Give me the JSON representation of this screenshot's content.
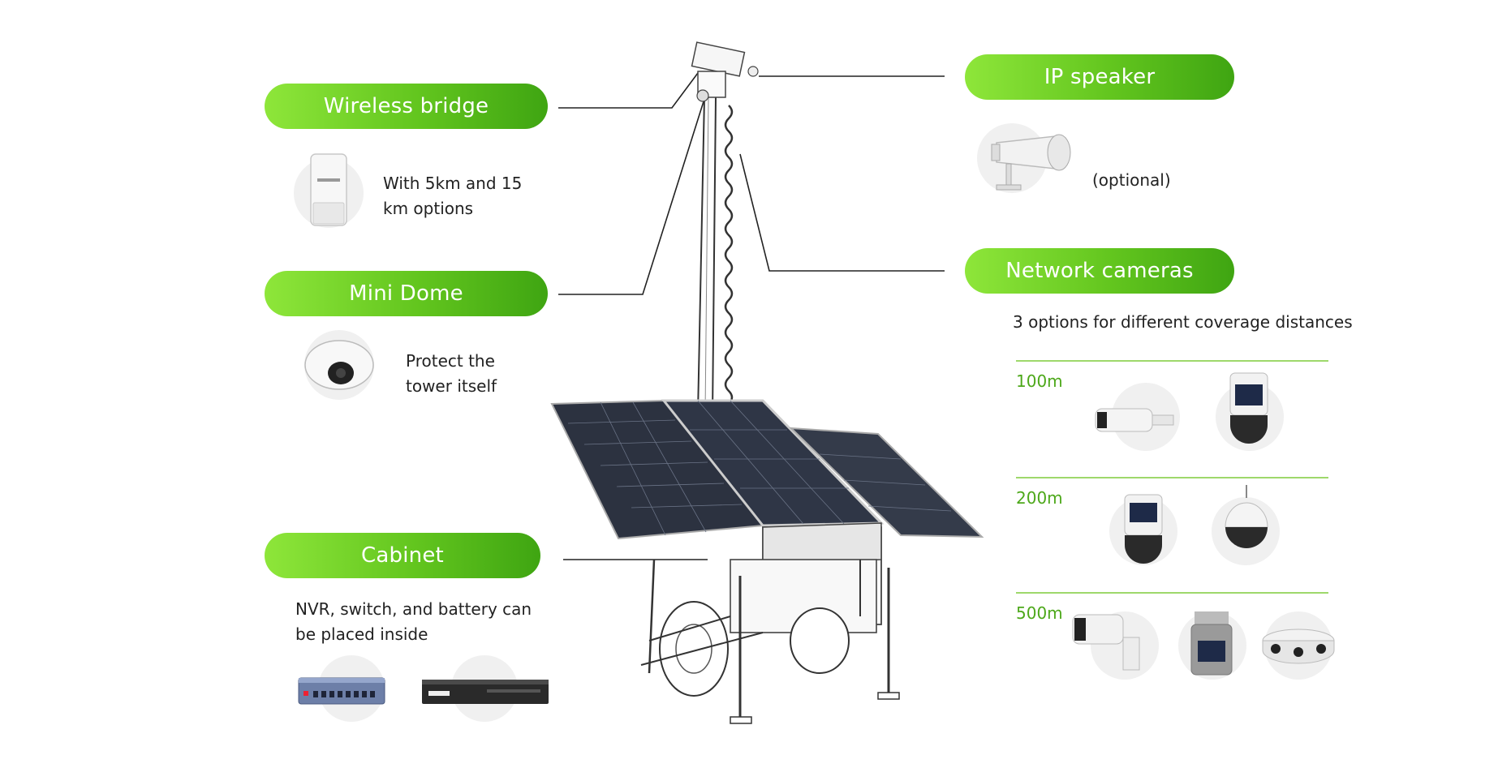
{
  "labels": {
    "wireless_bridge": {
      "title": "Wireless bridge",
      "desc_lines": [
        "With 5km and 15",
        "km options"
      ]
    },
    "mini_dome": {
      "title": "Mini Dome",
      "desc_lines": [
        "Protect the",
        "tower itself"
      ]
    },
    "cabinet": {
      "title": "Cabinet",
      "desc_lines": [
        "NVR, switch, and battery can",
        "be placed inside"
      ]
    },
    "ip_speaker": {
      "title": "IP speaker",
      "desc": "(optional)"
    },
    "network_cameras": {
      "title": "Network cameras",
      "desc": "3 options for different coverage distances",
      "ranges": [
        "100m",
        "200m",
        "500m"
      ]
    }
  },
  "icons": [
    "wireless-bridge-icon",
    "mini-dome-icon",
    "ip-speaker-icon",
    "bullet-camera-icon",
    "ptz-camera-icon",
    "switch-icon",
    "nvr-icon",
    "solar-trailer-tower-icon"
  ],
  "colors": {
    "accent_light": "#8ee63a",
    "accent_dark": "#3fa512",
    "range_text": "#4da81a",
    "divider": "#9ed86b"
  }
}
